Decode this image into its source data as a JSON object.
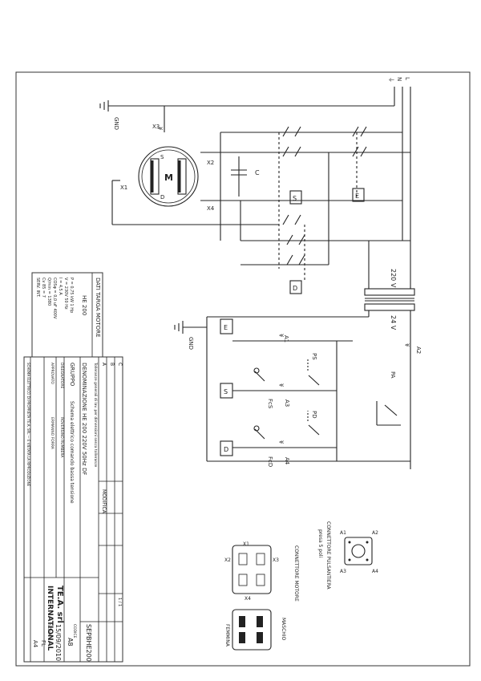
{
  "diagram": {
    "supply": {
      "l": "L",
      "n": "N",
      "pe": "⏚"
    },
    "gnd_top": "GND",
    "gnd_bottom": "GND",
    "motor": {
      "m": "M",
      "s": "S",
      "d": "D",
      "x1": "X1",
      "x2": "X2",
      "x3": "X3",
      "x4": "X4",
      "capacitor": "C"
    },
    "contactor_s": "S",
    "contactor_d": "D",
    "contactor_e": "E",
    "transformer_primary": "220 V",
    "transformer_secondary": "24 V",
    "control": {
      "a1": "A1",
      "a2": "A2",
      "a3": "A3",
      "a4": "A4",
      "e": "E",
      "s": "S",
      "d": "D",
      "ps": "PS",
      "pd": "PD",
      "pa": "PA",
      "fcs": "FcS",
      "fcd": "FcD"
    },
    "connector_pulsantiera": {
      "title": "CONNETTORE PULSANTIERA",
      "subtitle": "presa 5 poli",
      "pins": [
        "A1",
        "A2",
        "A3",
        "A4"
      ]
    },
    "connector_motore": {
      "title": "CONNETTORE MOTORE",
      "pins": [
        "X1",
        "X2",
        "X3",
        "X4"
      ],
      "female": "FEMMINA",
      "male": "MASCHIO"
    }
  },
  "motor_data": {
    "title": "DATI TARGA MOTORE",
    "model": "HE 200",
    "lines": [
      "P = 0,75 kW 1 Hp",
      "V = 230V 50 Hz",
      "I = 4,5 A",
      "COSφ = 0,0 uF 400V",
      "Q/min = 1380",
      "Cv 85 = 7",
      "SERV. INT."
    ]
  },
  "title_block": {
    "rev_header": "MODIFICA",
    "rev_rows": [
      "C",
      "B",
      "A"
    ],
    "notice": "Tolleranze generali di lav. per dimensioni senza tolleranze",
    "denominazione_label": "DENOMINAZIONE",
    "denominazione": "HE 200  220V 50Hz DF",
    "gruppo_label": "GRUPPO",
    "gruppo": "Schema elettrico comando bassa tensione",
    "disegnato_label": "DISEGNATORE",
    "disegnato": "ROVERSINO RUMBERA",
    "approvato_label": "APPROVATO",
    "approvato": "ERMANNO FORRA",
    "company": "TE.A. srl",
    "company2": "INTERNATIONAL",
    "drawing_code": "SEPBHE200",
    "code_label": "CODICE",
    "code": "A8",
    "date": "15/09/2010",
    "scale_label": "SCALA",
    "scale": "FL",
    "format": "A4",
    "sheet": "1 / 1",
    "footer": "SCHEMA ELETTRICO DI PROPRIETÀ TE.A. SRL — È VIETATA LA RIPRODUZIONE"
  }
}
